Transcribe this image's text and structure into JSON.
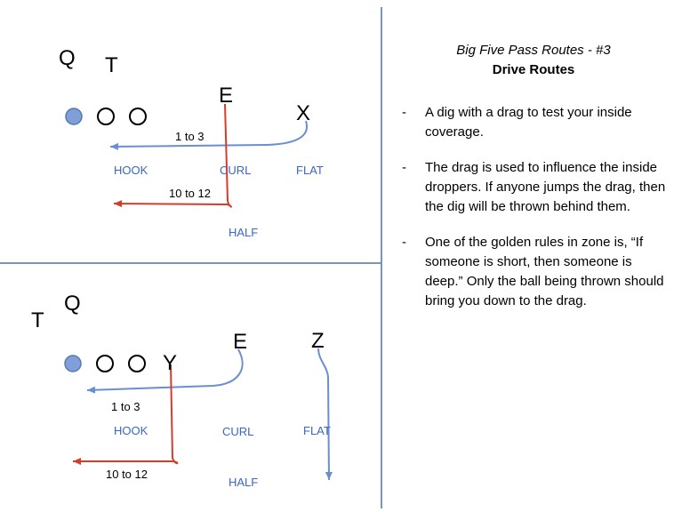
{
  "header": {
    "title": "Big Five Pass Routes - #3",
    "subtitle": "Drive Routes"
  },
  "top_play": {
    "players": {
      "q": "Q",
      "t": "T",
      "e": "E",
      "x": "X"
    },
    "zones": {
      "hook": "HOOK",
      "curl": "CURL",
      "flat": "FLAT",
      "half": "HALF"
    },
    "distances": {
      "drag": "1 to 3",
      "dig": "10 to 12"
    }
  },
  "bottom_play": {
    "players": {
      "t": "T",
      "q": "Q",
      "e": "E",
      "y": "Y",
      "z": "Z"
    },
    "zones": {
      "hook": "HOOK",
      "curl": "CURL",
      "flat": "FLAT",
      "half": "HALF"
    },
    "distances": {
      "drag": "1 to 3",
      "dig": "10 to 12"
    }
  },
  "bullets": [
    {
      "dash": "-",
      "text": "A dig with a drag to test your inside coverage."
    },
    {
      "dash": "-",
      "text": "The drag is used to influence the inside droppers.  If anyone jumps the drag, then the dig will be thrown behind them."
    },
    {
      "dash": "-",
      "text": "One of the golden rules in zone is, “If someone is short, then someone is deep.”  Only the ball being thrown should bring you down to the drag."
    }
  ],
  "colors": {
    "divider": "#7b93bf",
    "drag_route": "#6a8fd0",
    "dig_route": "#d63c2c",
    "football_fill": "#7f9fd9",
    "zone_text": "#3a66c4"
  }
}
